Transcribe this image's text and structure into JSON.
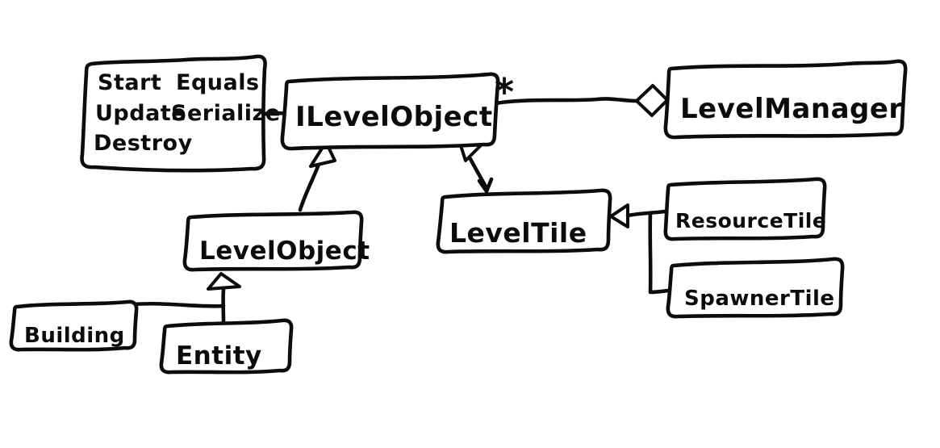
{
  "colors": {
    "ink": "#0c0c0c",
    "background": "#ffffff"
  },
  "diagram": {
    "kind": "hand-drawn UML class diagram",
    "nodes": {
      "methods_box": {
        "column1": [
          "Start",
          "Update",
          "Destroy"
        ],
        "column2": [
          "Equals",
          "Serialize"
        ]
      },
      "ilevelobject": {
        "label": "ILevelObject",
        "multiplicity": "*"
      },
      "levelmanager": {
        "label": "LevelManager"
      },
      "levelobject": {
        "label": "LevelObject"
      },
      "leveltile": {
        "label": "LevelTile"
      },
      "resourcetile": {
        "label": "ResourceTile"
      },
      "spawnertile": {
        "label": "SpawnerTile"
      },
      "building": {
        "label": "Building"
      },
      "entity": {
        "label": "Entity"
      }
    },
    "edges": [
      {
        "from": "methods_box",
        "to": "ilevelobject",
        "type": "association"
      },
      {
        "from": "ilevelobject",
        "to": "levelmanager",
        "type": "aggregation",
        "multiplicity": "*"
      },
      {
        "from": "levelobject",
        "to": "ilevelobject",
        "type": "inheritance"
      },
      {
        "from": "leveltile",
        "to": "ilevelobject",
        "type": "inheritance"
      },
      {
        "from": "resourcetile",
        "to": "leveltile",
        "type": "inheritance"
      },
      {
        "from": "spawnertile",
        "to": "leveltile",
        "type": "inheritance"
      },
      {
        "from": "building",
        "to": "levelobject",
        "type": "inheritance"
      },
      {
        "from": "entity",
        "to": "levelobject",
        "type": "inheritance"
      }
    ]
  }
}
